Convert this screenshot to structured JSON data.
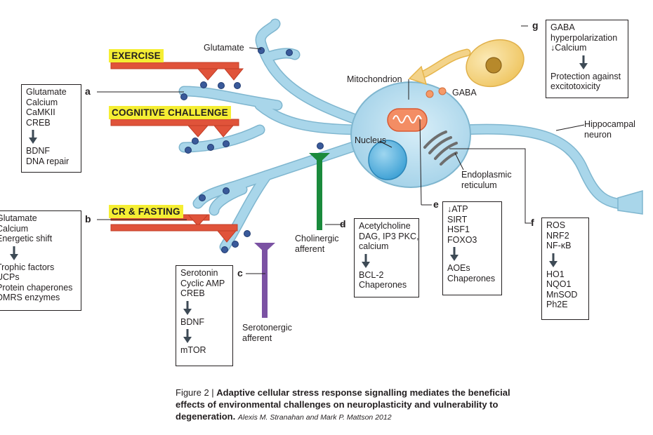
{
  "challenges": {
    "exercise": "EXERCISE",
    "cognitive": "COGNITIVE CHALLENGE",
    "cr_fasting": "CR & FASTING"
  },
  "labels": {
    "glutamate": "Glutamate",
    "mitochondrion": "Mitochondrion",
    "gaba": "GABA",
    "nucleus": "Nucleus",
    "er": [
      "Endoplasmic",
      "reticulum"
    ],
    "hippocampal": [
      "Hippocampal",
      "neuron"
    ],
    "cholinergic": [
      "Cholinergic",
      "afferent"
    ],
    "serotonergic": [
      "Serotonergic",
      "afferent"
    ]
  },
  "letters": {
    "a": "a",
    "b": "b",
    "c": "c",
    "d": "d",
    "e": "e",
    "f": "f",
    "g": "g"
  },
  "boxes": {
    "a": {
      "top": [
        "Glutamate",
        "Calcium",
        "CaMKII",
        "CREB"
      ],
      "bottom": [
        "BDNF",
        "DNA repair"
      ]
    },
    "b": {
      "top": [
        "Glutamate",
        "Calcium",
        "Energetic shift"
      ],
      "bottom": [
        "Trophic factors",
        "UCPs",
        "Protein chaperones",
        "DMRS enzymes"
      ]
    },
    "c": {
      "lines": [
        "Serotonin",
        "Cyclic AMP",
        "CREB"
      ],
      "mid": [
        "BDNF"
      ],
      "bottom": [
        "mTOR"
      ]
    },
    "d": {
      "top": [
        "Acetylcholine",
        "DAG, IP3 PKC,",
        "calcium"
      ],
      "bottom": [
        "BCL-2",
        "Chaperones"
      ]
    },
    "e": {
      "top": [
        "↓ATP",
        "SIRT",
        "HSF1",
        "FOXO3"
      ],
      "bottom": [
        "AOEs",
        "Chaperones"
      ]
    },
    "f": {
      "top": [
        "ROS",
        "NRF2",
        "NF-κB"
      ],
      "bottom": [
        "HO1",
        "NQO1",
        "MnSOD",
        "Ph2E"
      ]
    },
    "g": {
      "top": [
        "GABA",
        "hyperpolarization",
        "↓Calcium"
      ],
      "bottom": [
        "Protection against",
        "excitotoxicity"
      ]
    }
  },
  "caption": {
    "figure": "Figure 2 | ",
    "title": "Adaptive cellular stress response signalling mediates the beneficial effects of environmental challenges on neuroplasticity and vulnerability to degeneration.",
    "authors": "Alexis M. Stranahan and Mark P. Mattson  2012"
  },
  "colors": {
    "neuron_fill": "#a9d6ea",
    "neuron_stroke": "#7fb6cf",
    "presyn_bar": "#e0533a",
    "vesicle": "#3a5a9a",
    "highlight": "#f5ee33",
    "cholinergic": "#1a8a3c",
    "serotonergic": "#7b52a3",
    "gaba_neuron": "#f3d38a",
    "mitochondrion": "#ef7b4d"
  }
}
